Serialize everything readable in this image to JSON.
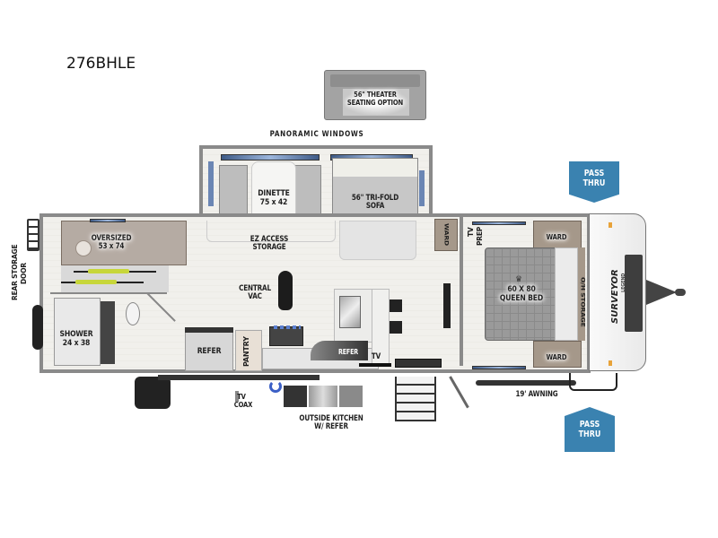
{
  "model": {
    "name": "276BHLE"
  },
  "labels": {
    "theater_seating": "56\" THEATER\nSEATING OPTION",
    "theater_seating_line1": "56\" THEATER",
    "theater_seating_line2": "SEATING OPTION",
    "panoramic_windows": "PANORAMIC WINDOWS",
    "dinette_line1": "DINETTE",
    "dinette_line2": "75 x 42",
    "sofa_line1": "56\" TRI-FOLD",
    "sofa_line2": "SOFA",
    "ez_access_line1": "EZ ACCESS",
    "ez_access_line2": "STORAGE",
    "oversized_line1": "OVERSIZED",
    "oversized_line2": "53 x 74",
    "rear_storage_line1": "REAR STORAGE",
    "rear_storage_line2": "DOOR",
    "shower_line1": "SHOWER",
    "shower_line2": "24 x 38",
    "central_vac_line1": "CENTRAL",
    "central_vac_line2": "VAC",
    "refer_main": "REFER",
    "pantry": "PANTRY",
    "refer_small": "REFER",
    "tv_kitchen": "TV",
    "ward_slide": "WARD",
    "tv_prep_line1": "TV",
    "tv_prep_line2": "PREP",
    "ward_top": "WARD",
    "ward_bottom": "WARD",
    "queen_bed_line1": "60 X 80",
    "queen_bed_line2": "QUEEN BED",
    "oh_storage": "O/H STORAGE",
    "brand_line1": "SURVEYOR",
    "brand_line2": "LEGEND",
    "tv_coax_line1": "TV",
    "tv_coax_line2": "COAX",
    "outside_kitchen_line1": "OUTSIDE KITCHEN",
    "outside_kitchen_line2": "W/ REFER",
    "awning": "19' AWNING",
    "pass_thru_top_line1": "PASS",
    "pass_thru_top_line2": "THRU",
    "pass_thru_bottom_line1": "PASS",
    "pass_thru_bottom_line2": "THRU"
  },
  "colors": {
    "pass_thru_badge": "#3a82b0",
    "cabinet": "#a5988a",
    "wall": "#8a8a8a",
    "window_blue": "#9cb6dc",
    "bed": "#9a9a9a"
  }
}
